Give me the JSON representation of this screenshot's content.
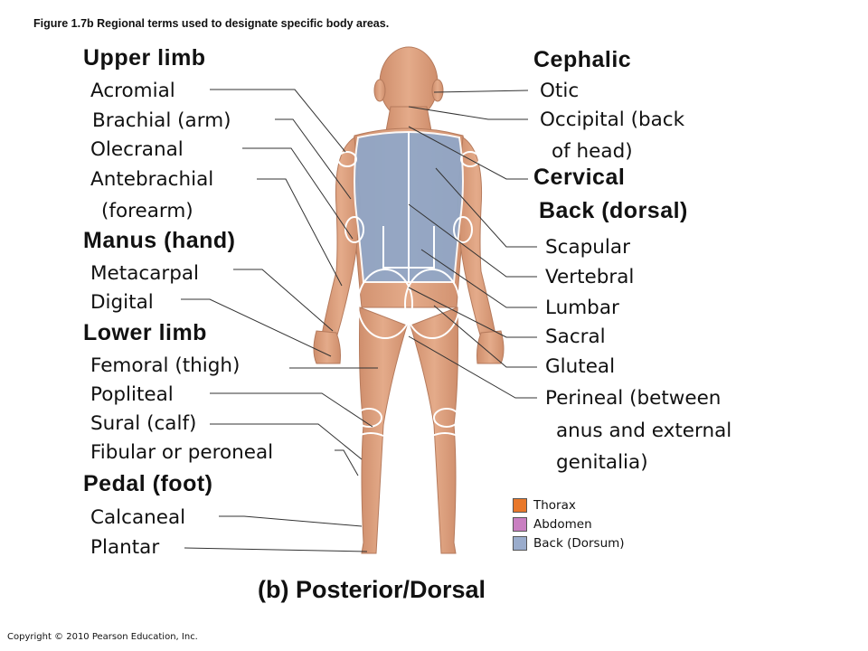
{
  "caption": "Figure 1.7b  Regional terms used to designate specific body areas.",
  "footer": "Copyright © 2010 Pearson Education, Inc.",
  "view_title": "(b) Posterior/Dorsal",
  "left": {
    "upper_limb": {
      "heading": "Upper limb",
      "acromial": "Acromial",
      "brachial": "Brachial (arm)",
      "olecranal": "Olecranal",
      "antebrachial_1": "Antebrachial",
      "antebrachial_2": "(forearm)"
    },
    "manus": {
      "heading": "Manus (hand)",
      "metacarpal": "Metacarpal",
      "digital": "Digital"
    },
    "lower_limb": {
      "heading": "Lower limb",
      "femoral": "Femoral (thigh)",
      "popliteal": "Popliteal",
      "sural": "Sural (calf)",
      "fibular": "Fibular or peroneal"
    },
    "pedal": {
      "heading": "Pedal (foot)",
      "calcaneal": "Calcaneal",
      "plantar": "Plantar"
    }
  },
  "right": {
    "cephalic": {
      "heading": "Cephalic",
      "otic": "Otic",
      "occipital_1": "Occipital (back",
      "occipital_2": "of head)"
    },
    "cervical": {
      "heading": "Cervical"
    },
    "back": {
      "heading": "Back (dorsal)",
      "scapular": "Scapular",
      "vertebral": "Vertebral",
      "lumbar": "Lumbar",
      "sacral": "Sacral",
      "gluteal": "Gluteal",
      "perineal_1": "Perineal (between",
      "perineal_2": "anus and external",
      "perineal_3": "genitalia)"
    }
  },
  "legend": [
    {
      "label": "Thorax",
      "color": "#e8782b"
    },
    {
      "label": "Abdomen",
      "color": "#c97fc1"
    },
    {
      "label": "Back (Dorsum)",
      "color": "#9aaccc"
    }
  ],
  "colors": {
    "skin": "#dfa27f",
    "back_region": "#8fa7c9",
    "leader_line": "#333333"
  }
}
